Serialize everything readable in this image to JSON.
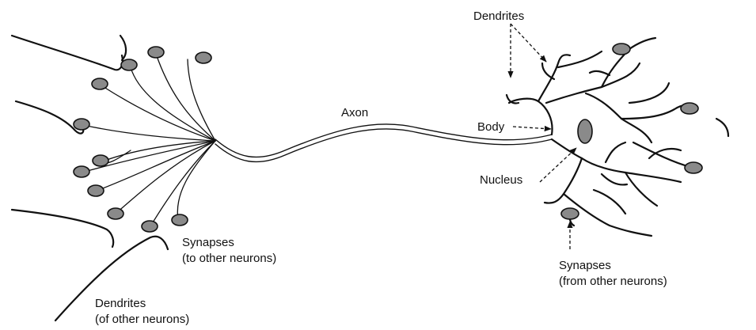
{
  "labels": {
    "dendrites_top": "Dendrites",
    "axon": "Axon",
    "body": "Body",
    "nucleus": "Nucleus",
    "synapses_to_line1": "Synapses",
    "synapses_to_line2": "(to other neurons)",
    "synapses_from_line1": "Synapses",
    "synapses_from_line2": "(from other neurons)",
    "dendrites_other_line1": "Dendrites",
    "dendrites_other_line2": "(of other neurons)"
  }
}
